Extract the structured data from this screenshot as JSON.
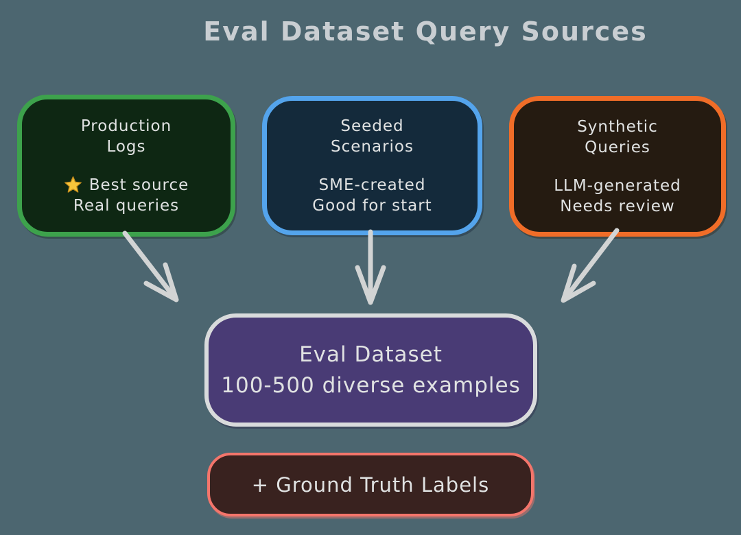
{
  "title": "Eval Dataset Query Sources",
  "nodes": {
    "production": {
      "title": "Production\nLogs",
      "highlight": "Best source",
      "detail": "Real queries",
      "border_color": "#3da24c",
      "fill_color": "#0e2713"
    },
    "seeded": {
      "title": "Seeded\nScenarios",
      "highlight": "SME-created",
      "detail": "Good for start",
      "border_color": "#54a4ec",
      "fill_color": "#142a3b"
    },
    "synthetic": {
      "title": "Synthetic\nQueries",
      "highlight": "LLM-generated",
      "detail": "Needs review",
      "border_color": "#f06d28",
      "fill_color": "#251b11"
    },
    "dataset": {
      "title": "Eval Dataset",
      "subtitle": "100-500 diverse examples",
      "border_color": "#d9dbdc",
      "fill_color": "#493b75"
    },
    "ground_truth": {
      "label": "+ Ground Truth Labels",
      "border_color": "#f4756b",
      "fill_color": "#39221f"
    }
  },
  "colors": {
    "background": "#4c6670",
    "arrow": "#d2d4d4",
    "text": "#e0e2e2",
    "title_text": "#c9ced2",
    "star_fill": "#f6c53b"
  }
}
